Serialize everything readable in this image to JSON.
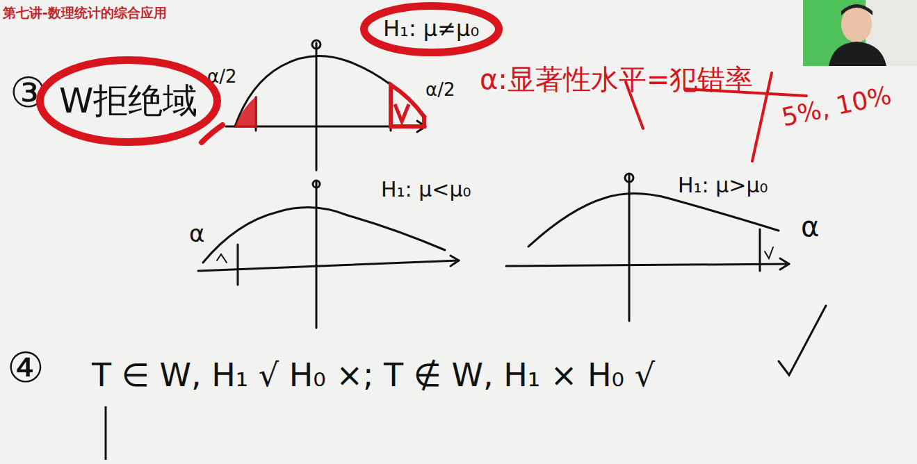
{
  "diagram": {
    "title": "第七讲-数理统计的综合应用",
    "nodes": [
      {
        "text": [
          "W拒绝域"
        ]
      },
      {
        "text": [
          "H₁: μ≠μ₀"
        ]
      }
    ],
    "labels": [
      "③",
      "α/2",
      "α/2",
      "α:显著性水平=犯错率",
      "5%, 10%",
      "H₁: μ<μ₀",
      "α",
      "H₁: μ>μ₀",
      "α",
      "④",
      "T ∈ W, H₁ √ H₀ ×; T ∉ W, H₁ × H₀ √"
    ]
  }
}
